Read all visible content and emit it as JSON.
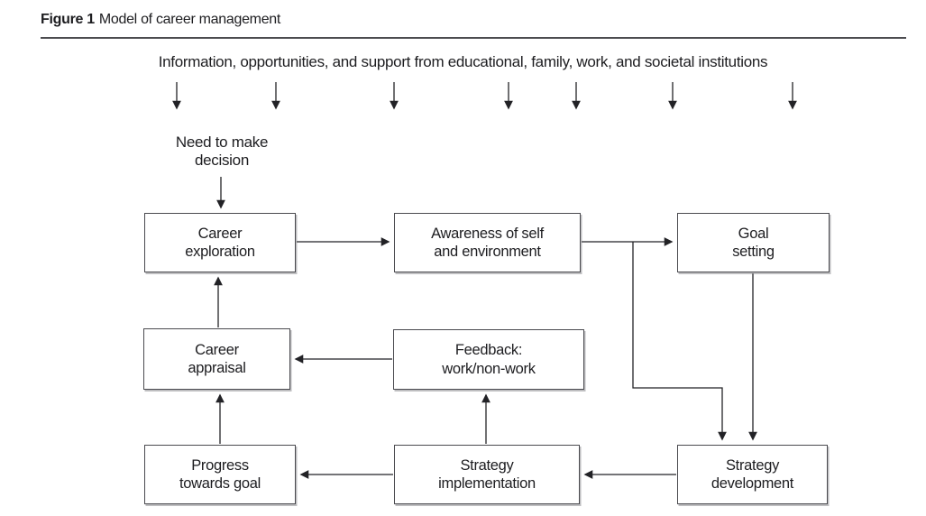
{
  "figure": {
    "label": "Figure 1",
    "caption": "Model of career management"
  },
  "banner": {
    "text": "Information, opportunities, and support from educational, family, work, and societal institutions"
  },
  "standalone": {
    "need_decision": "Need to make\ndecision"
  },
  "boxes": {
    "career_exploration": "Career\nexploration",
    "awareness": "Awareness of self\nand environment",
    "goal_setting": "Goal\nsetting",
    "career_appraisal": "Career\nappraisal",
    "feedback": "Feedback:\nwork/non-work",
    "progress": "Progress\ntowards goal",
    "strategy_implementation": "Strategy\nimplementation",
    "strategy_development": "Strategy\ndevelopment"
  },
  "colors": {
    "background": "#ffffff",
    "text": "#1d1d20",
    "box_border": "#4a4a4f",
    "arrow_line": "#222226",
    "title_rule": "#4c4c50"
  }
}
